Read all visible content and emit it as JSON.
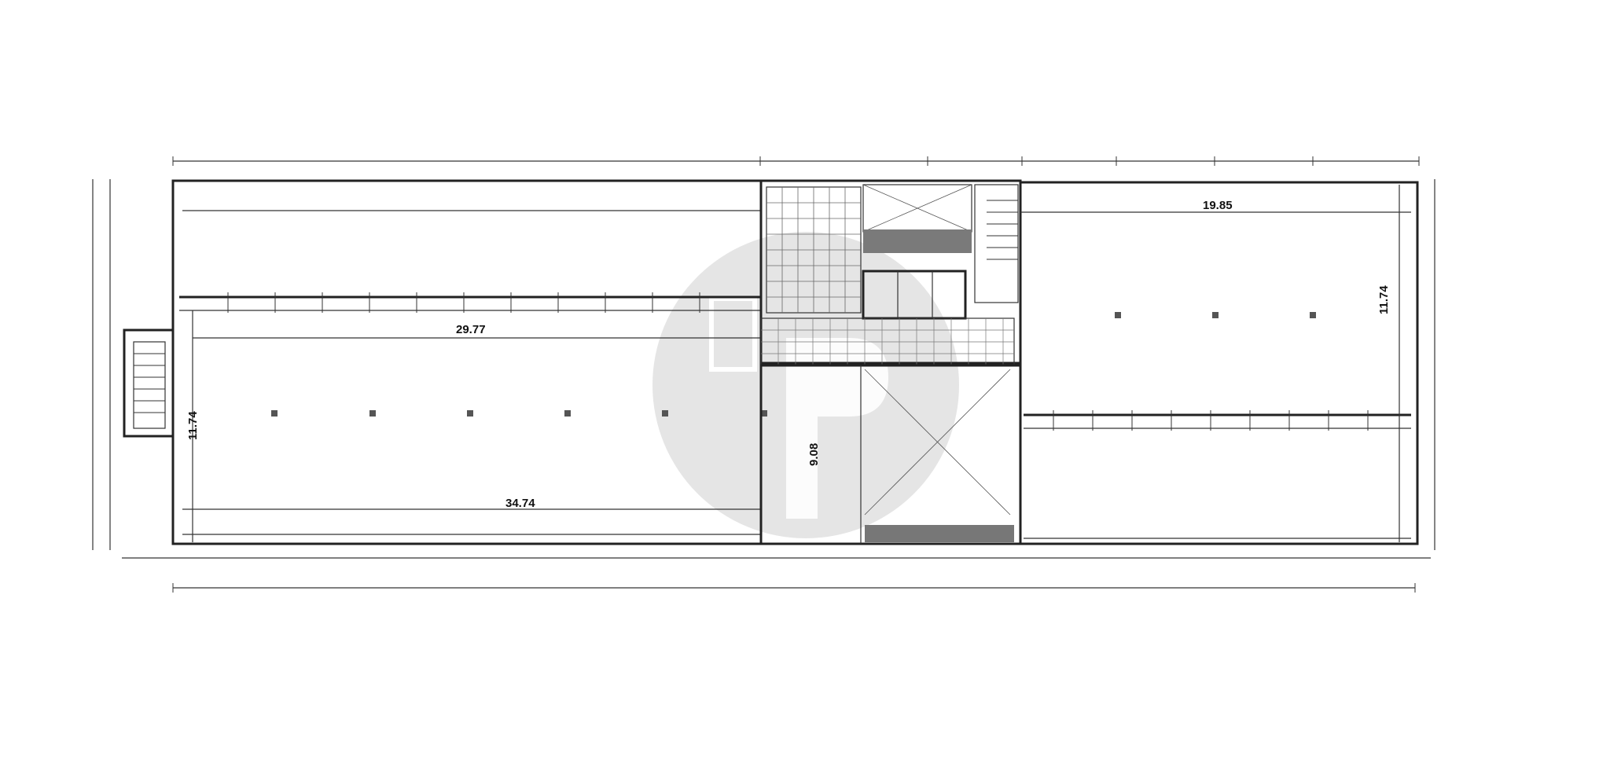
{
  "plan": {
    "room_dimensions": {
      "top_left_length": "29.77",
      "bottom_left_length": "34.74",
      "left_width": "11.74",
      "right_length": "19.85",
      "right_width": "11.74",
      "center_depth": "9.08"
    }
  },
  "colors": {
    "line": "#222222",
    "watermark": "#d6d6d6",
    "hatch": "#555555"
  }
}
